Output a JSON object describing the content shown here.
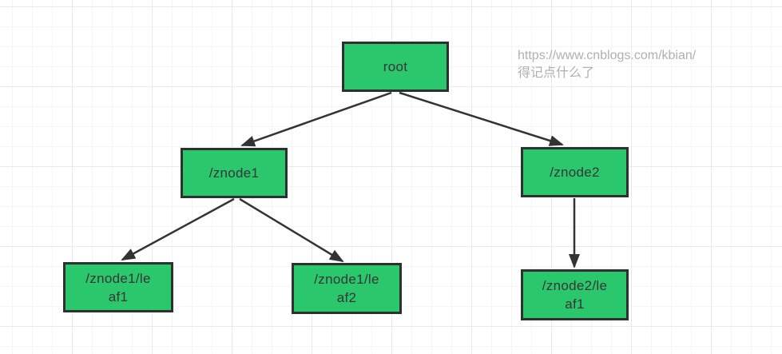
{
  "watermark": {
    "line1": "https://www.cnblogs.com/kbian/",
    "line2": "得记点什么了"
  },
  "colors": {
    "node_fill": "#2bc76c",
    "node_border": "#2f2f2f",
    "node_text": "#363636",
    "arrow": "#333333",
    "watermark_text": "#b0b0b0",
    "grid_minor": "#f5f5f5",
    "grid_major": "#e9e9e9",
    "background": "#ffffff"
  },
  "nodes": {
    "root": {
      "label": "root",
      "lines": [
        "root"
      ]
    },
    "znode1": {
      "label": "/znode1",
      "lines": [
        "/znode1"
      ]
    },
    "znode2": {
      "label": "/znode2",
      "lines": [
        "/znode2"
      ]
    },
    "znode1leaf1": {
      "label": "/znode1/leaf1",
      "lines": [
        "/znode1/le",
        "af1"
      ]
    },
    "znode1leaf2": {
      "label": "/znode1/leaf2",
      "lines": [
        "/znode1/le",
        "af2"
      ]
    },
    "znode2leaf1": {
      "label": "/znode2/leaf1",
      "lines": [
        "/znode2/le",
        "af1"
      ]
    }
  },
  "edges": [
    {
      "from": "root",
      "to": "znode1"
    },
    {
      "from": "root",
      "to": "znode2"
    },
    {
      "from": "znode1",
      "to": "znode1leaf1"
    },
    {
      "from": "znode1",
      "to": "znode1leaf2"
    },
    {
      "from": "znode2",
      "to": "znode2leaf1"
    }
  ]
}
